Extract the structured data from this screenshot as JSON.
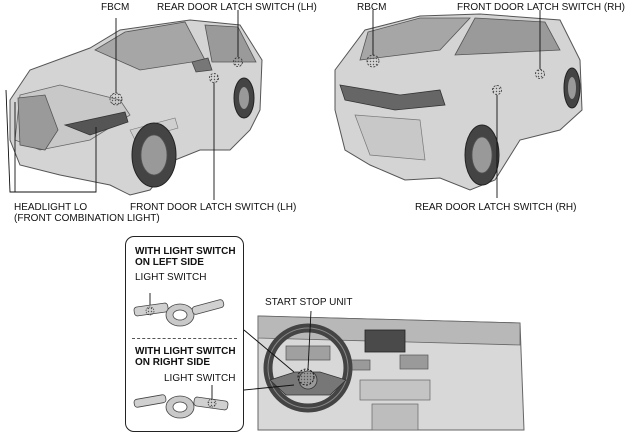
{
  "labels": {
    "fbcm": "FBCM",
    "rear_latch_lh": "REAR DOOR LATCH SWITCH (LH)",
    "rbcm": "RBCM",
    "front_latch_rh": "FRONT DOOR LATCH SWITCH (RH)",
    "headlight_line1": "HEADLIGHT LO",
    "headlight_line2": "(FRONT COMBINATION LIGHT)",
    "front_latch_lh": "FRONT DOOR LATCH SWITCH (LH)",
    "rear_latch_rh": "REAR DOOR LATCH SWITCH (RH)",
    "start_stop_unit": "START STOP UNIT"
  },
  "inset": {
    "left_title_line1": "WITH LIGHT SWITCH",
    "left_title_line2": "ON LEFT SIDE",
    "left_light_switch": "LIGHT SWITCH",
    "right_title_line1": "WITH LIGHT SWITCH",
    "right_title_line2": "ON RIGHT SIDE",
    "right_light_switch": "LIGHT SWITCH"
  }
}
